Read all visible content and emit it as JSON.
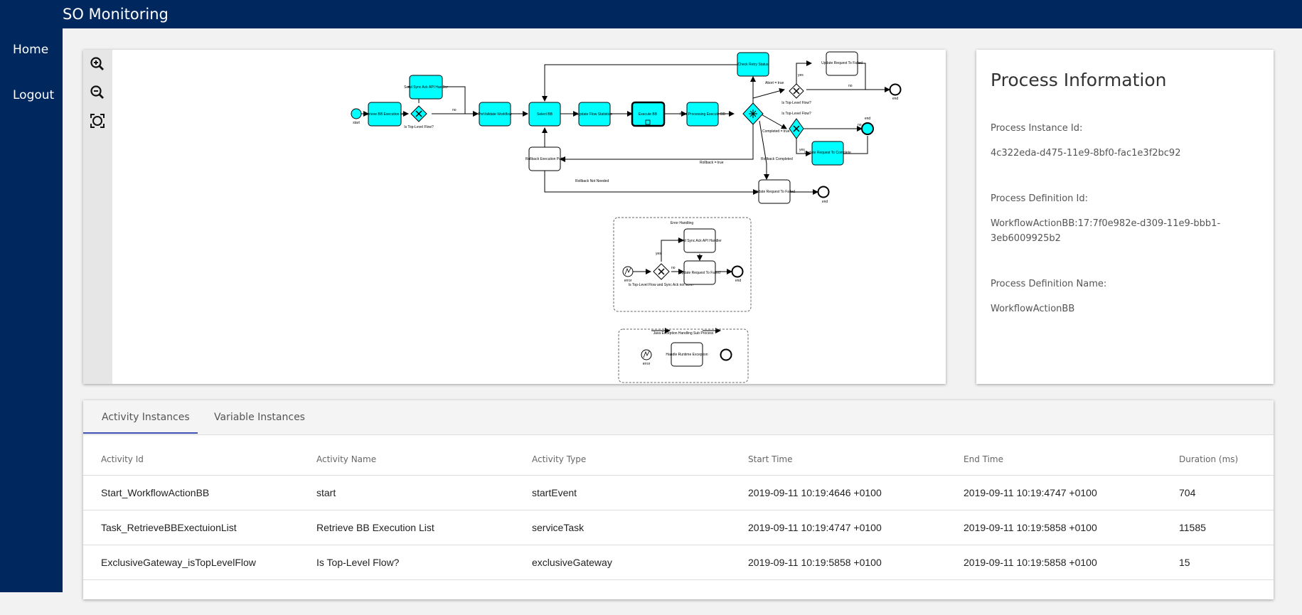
{
  "app": {
    "title": "SO Monitoring"
  },
  "nav": {
    "items": [
      {
        "label": "Home"
      },
      {
        "label": "Logout"
      }
    ]
  },
  "icons": {
    "zoom_in": "zoom-in-icon",
    "zoom_out": "zoom-out-icon",
    "fit": "fit-to-screen-icon",
    "logo": "camunda-logo-icon"
  },
  "colors": {
    "nav_bg": "#00285f",
    "task_active": "#00ffff",
    "logo_green": "#52b415",
    "tab_ink": "#3f51b5"
  },
  "diagram": {
    "labels": {
      "start": "start",
      "retrieve": "Retrieve BB Execution List",
      "is_top_level_flow": "Is Top-Level Flow?",
      "yes": "yes",
      "no": "no",
      "send_sync_ack": "Send Sync Ack API Handler",
      "prevalidate": "PreValidate Workflow",
      "select_bb": "Select BB",
      "update_flow_stats": "Update Flow Statistics",
      "execute_bb": "Execute BB",
      "post_processing": "Post Processing Execute BB",
      "check_retry": "Check Retry Status",
      "abort_true": "Abort = true",
      "update_request_failed": "Update Request To Failed",
      "end": "end",
      "completed_true": "Completed = true",
      "update_request_complete": "Update Request To Complete",
      "rollback_path": "Rollback Execution Path",
      "rollback_true": "Rollback = true",
      "rollback_completed": "Rollback Completed",
      "rollback_not_needed": "Rollback Not Needed",
      "error_handling": "Error Handling",
      "error": "error",
      "is_top_level_sync": "Is Top-Level Flow and Sync Ack not sent?",
      "java_exception": "Java Exception Handling Sub Process",
      "handle_runtime": "Handle Runtime Exception"
    }
  },
  "process_info": {
    "title": "Process Information",
    "instance_id_label": "Process Instance Id:",
    "instance_id": "4c322eda-d475-11e9-8bf0-fac1e3f2bc92",
    "definition_id_label": "Process Definition Id:",
    "definition_id": "WorkflowActionBB:17:7f0e982e-d309-11e9-bbb1-3eb6009925b2",
    "definition_name_label": "Process Definition Name:",
    "definition_name": "WorkflowActionBB"
  },
  "tabs": [
    {
      "label": "Activity Instances",
      "active": true
    },
    {
      "label": "Variable Instances",
      "active": false
    }
  ],
  "table": {
    "headers": [
      "Activity Id",
      "Activity Name",
      "Activity Type",
      "Start Time",
      "End Time",
      "Duration (ms)"
    ],
    "rows": [
      [
        "Start_WorkflowActionBB",
        "start",
        "startEvent",
        "2019-09-11 10:19:4646 +0100",
        "2019-09-11 10:19:4747 +0100",
        "704"
      ],
      [
        "Task_RetrieveBBExectuionList",
        "Retrieve BB Execution List",
        "serviceTask",
        "2019-09-11 10:19:4747 +0100",
        "2019-09-11 10:19:5858 +0100",
        "11585"
      ],
      [
        "ExclusiveGateway_isTopLevelFlow",
        "Is Top-Level Flow?",
        "exclusiveGateway",
        "2019-09-11 10:19:5858 +0100",
        "2019-09-11 10:19:5858 +0100",
        "15"
      ]
    ]
  }
}
